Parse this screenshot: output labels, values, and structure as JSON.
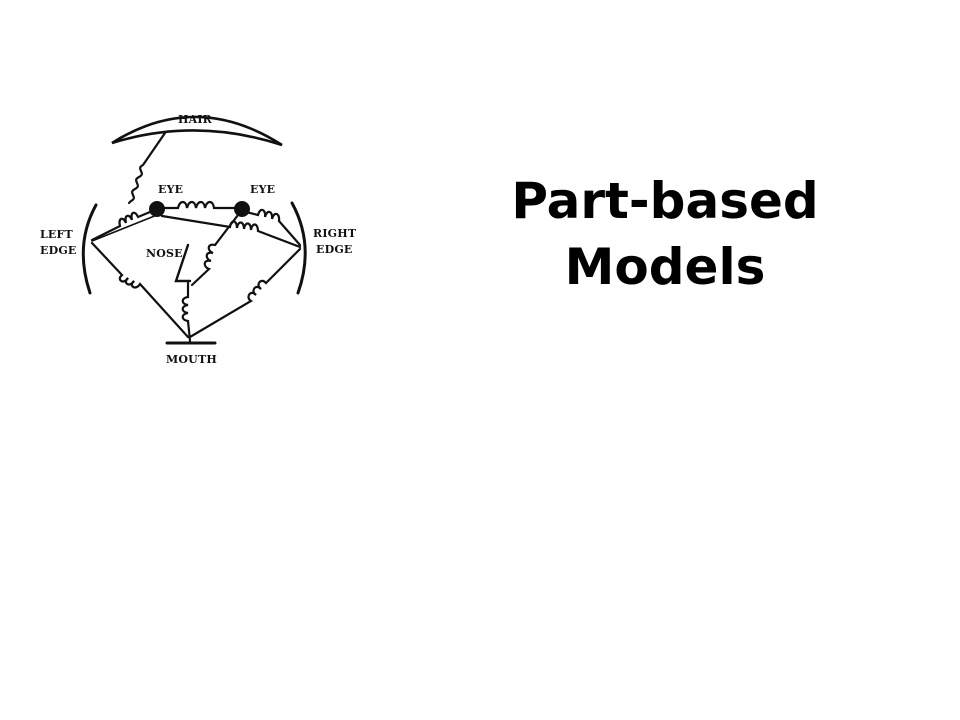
{
  "slide": {
    "title_line1": "Part-based",
    "title_line2": "Models"
  },
  "diagram": {
    "labels": {
      "hair": "HAIR",
      "eye_left": "EYE",
      "eye_right": "EYE",
      "left_edge_1": "LEFT",
      "left_edge_2": "EDGE",
      "right_edge_1": "RIGHT",
      "right_edge_2": "EDGE",
      "nose": "NOSE",
      "mouth": "MOUTH"
    },
    "colors": {
      "ink": "#111111",
      "background": "#ffffff"
    }
  }
}
